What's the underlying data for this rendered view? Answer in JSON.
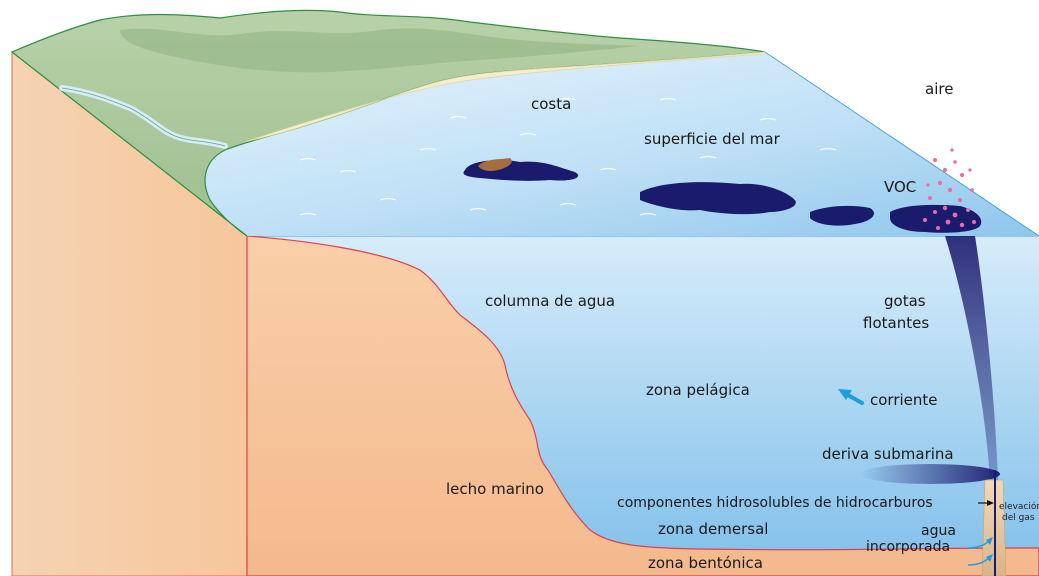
{
  "labels": {
    "aire": "aire",
    "costa": "costa",
    "superficie": "superficie del mar",
    "voc": "VOC",
    "columna": "columna de agua",
    "gotas1": "gotas",
    "gotas2": "flotantes",
    "pelagica": "zona pelágica",
    "corriente": "corriente",
    "deriva": "deriva submarina",
    "lecho": "lecho marino",
    "componentes": "componentes hidrosolubles de hidrocarburos",
    "elevacion1": "elevación",
    "elevacion2": "del gas",
    "agua1": "agua",
    "agua2": "incorporada",
    "demersal": "zona demersal",
    "bentonica": "zona bentónica"
  },
  "colors": {
    "oil": "#1b1b6e",
    "water_deep": "#8cc8ee",
    "water_light": "#dff0fb",
    "seabed": "#f6c6a0",
    "land": "#a9c79b",
    "voc_dots": "#e86aa6",
    "current_arrow": "#1e9ee0",
    "seabed_line": "#e0404a"
  }
}
